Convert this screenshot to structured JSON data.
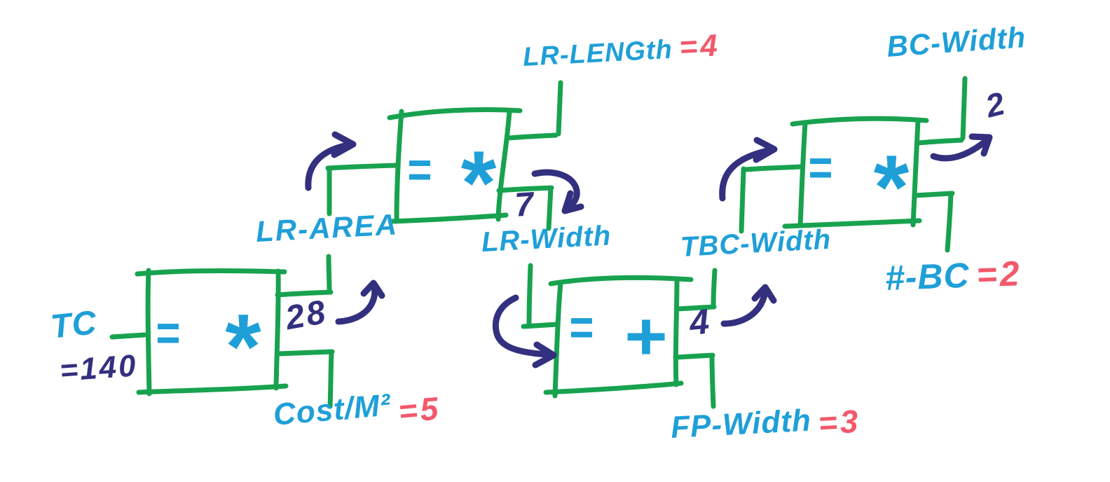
{
  "diagram": {
    "title": "hand-drawn constraint propagation network",
    "colors": {
      "box_green": "#18a24f",
      "label_blue": "#1f9fd8",
      "propagation_navy": "#33307f",
      "given_red": "#f2596b",
      "background": "#ffffff"
    },
    "boxes": [
      {
        "id": "tc-box",
        "equals": "=",
        "operator": "*"
      },
      {
        "id": "lr-area-box",
        "equals": "=",
        "operator": "*"
      },
      {
        "id": "lr-width-box",
        "equals": "=",
        "operator": "+"
      },
      {
        "id": "tbc-width-box",
        "equals": "=",
        "operator": "*"
      }
    ],
    "labels": {
      "tc": {
        "name": "TC",
        "value": "=140"
      },
      "lr_area": {
        "name": "LR-AREA"
      },
      "cost_per_m2": {
        "name": "Cost/M²",
        "value": "=5"
      },
      "lr_length": {
        "name": "LR-LENGth",
        "value": "=4"
      },
      "lr_width": {
        "name": "LR-Width"
      },
      "tbc_width": {
        "name": "TBC-Width"
      },
      "fp_width": {
        "name": "FP-Width",
        "value": "=3"
      },
      "bc_width": {
        "name": "BC-Width"
      },
      "num_bc": {
        "name": "#-BC",
        "value": "=2"
      }
    },
    "propagated_values": {
      "lr_area_value": "28",
      "lr_width_value": "7",
      "tbc_width_value": "4",
      "bc_width_value": "2"
    }
  }
}
